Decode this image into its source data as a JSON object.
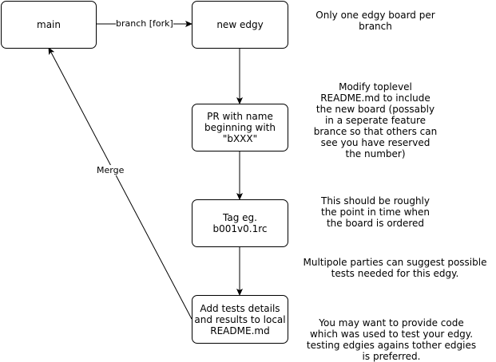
{
  "nodes": {
    "main": "main",
    "new_edgy": "new edgy",
    "pr": "PR with name\nbeginning with\n\"bXXX\"",
    "tag": "Tag eg.\nb001v0.1rc",
    "tests": "Add tests details\nand results to local\nREADME.md"
  },
  "edges": {
    "branch": "branch [fork]",
    "merge": "Merge"
  },
  "notes": {
    "one_board": "Only one edgy board per\nbranch",
    "modify": "Modify toplevel\nREADME.md to include\nthe new board (possably\nin a seperate feature\nbrance so that others can\nsee you have reserved\nthe number)",
    "roughly": "This should be roughly\nthe point in time when\nthe board is ordered",
    "multipole": "Multipole parties can suggest possible\ntests needed for this edgy.",
    "provide": "You may want to provide code\nwhich was used to test your edgy.\ntesting edgies agains tother edgies\nis preferred."
  }
}
